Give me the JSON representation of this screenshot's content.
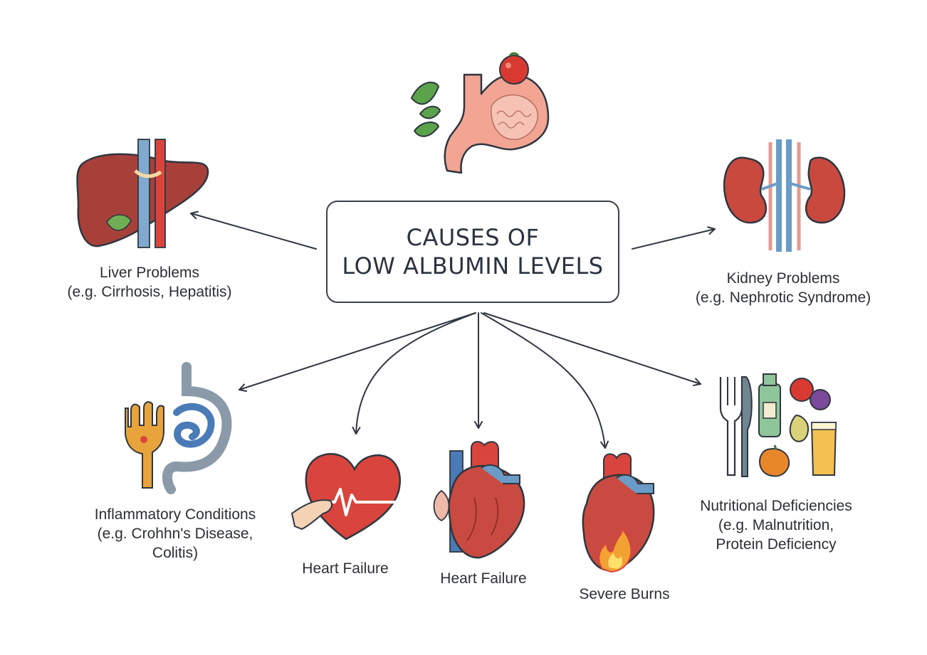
{
  "title": {
    "line1": "CAUSES OF",
    "line2": "LOW ALBUMIN LEVELS"
  },
  "nodes": {
    "liver": {
      "line1": "Liver Problems",
      "line2": "(e.g. Cirrhosis, Hepatitis)",
      "icon": "liver-icon"
    },
    "kidney": {
      "line1": "Kidney Problems",
      "line2": "(e.g. Nephrotic Syndrome)",
      "icon": "kidney-icon"
    },
    "inflammatory": {
      "line1": "Inflammatory Conditions",
      "line2": "(e.g. Crohhn's Disease,",
      "line3": "Colitis)",
      "icon": "intestine-icon"
    },
    "heart_failure_1": {
      "line1": "Heart Failure",
      "icon": "heart-ecg-icon"
    },
    "heart_failure_2": {
      "line1": "Heart Failure",
      "icon": "anatomical-heart-icon"
    },
    "burns": {
      "line1": "Severe Burns",
      "icon": "burning-heart-icon"
    },
    "nutrition": {
      "line1": "Nutritional Deficiencies",
      "line2": "(e.g. Malnutrition,",
      "line3": "Protein Deficiency",
      "icon": "food-icon"
    }
  },
  "extra_icons": [
    "stomach-icon",
    "tomato-icon",
    "leaf-icon"
  ],
  "colors": {
    "line": "#2f3640",
    "organ_red": "#c9493f",
    "liver_brown": "#a8403a",
    "vessel_blue": "#6a9cc7",
    "vessel_red": "#d9453d",
    "stomach_pink": "#f2a593",
    "leaf_green": "#5aa34a"
  }
}
